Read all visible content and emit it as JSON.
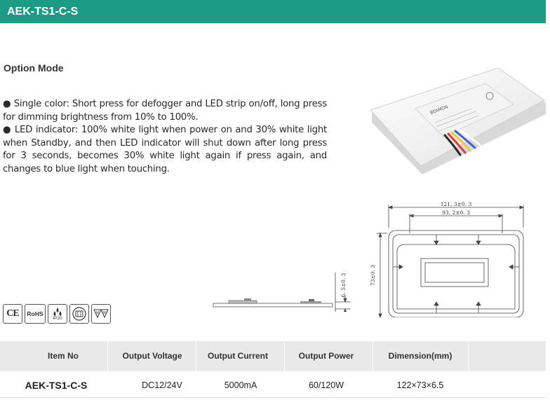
{
  "header": {
    "title": "AEK-TS1-C-S"
  },
  "section": {
    "title": "Option Mode"
  },
  "description": {
    "line1": "● Single color: Short press for defogger and LED strip on/off, long press for dimming brightness from 10% to 100%.",
    "line2": "● LED indicator: 100% white light when power on and 30% white light when Standby, and then LED indicator will shut down after long press for 3 seconds, becomes 30% white light again if press again, and changes to blue light when touching."
  },
  "drawing": {
    "width_label": "121, 3±0. 3",
    "inner_width_label": "93, 2±0. 3",
    "height_label": "73±0. 3",
    "thickness_label": "6. 5±0. 3"
  },
  "certs": {
    "ce": "CE",
    "rohs": "RoHS",
    "ip": "IP20"
  },
  "table": {
    "headers": [
      "Item No",
      "Output Voltage",
      "Output Current",
      "Output Power",
      "Dimension(mm)"
    ],
    "row": [
      "AEK-TS1-C-S",
      "DC12/24V",
      "5000mA",
      "60/120W",
      "122×73×6.5"
    ]
  }
}
